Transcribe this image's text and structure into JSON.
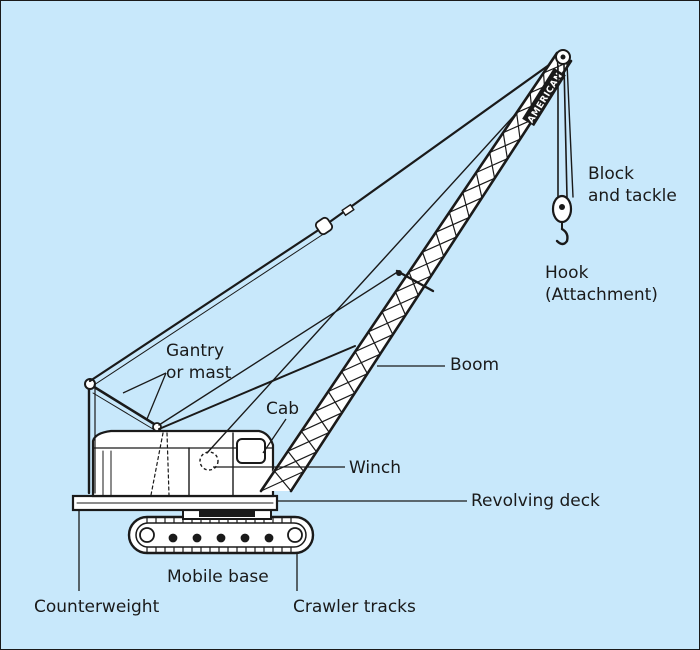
{
  "diagram": {
    "brand_text": "AMERICAN",
    "labels": {
      "block_and_tackle": [
        "Block",
        "and tackle"
      ],
      "hook": [
        "Hook",
        "(Attachment)"
      ],
      "gantry": [
        "Gantry",
        "or mast"
      ],
      "boom": "Boom",
      "cab": "Cab",
      "winch": "Winch",
      "revolving_deck": "Revolving deck",
      "mobile_base": "Mobile base",
      "counterweight": "Counterweight",
      "crawler_tracks": "Crawler tracks"
    },
    "colors": {
      "background": "#c8e8fb",
      "ink": "#1a1a1a",
      "machine_fill": "#ffffff"
    }
  }
}
